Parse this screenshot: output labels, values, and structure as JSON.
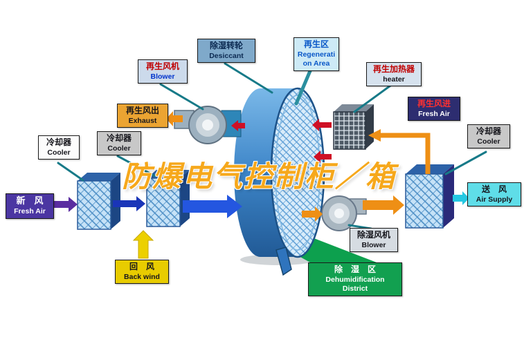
{
  "watermark": {
    "text": "防爆电气控制柜／箱",
    "color": "#f6a81c"
  },
  "palette": {
    "wheel_blue": "#3d85c8",
    "arrow_orange": "#ee8f15",
    "arrow_blue": "#2456e0",
    "arrow_dark_blue": "#1a35b8",
    "arrow_purple": "#5b2da0",
    "arrow_yellow": "#ecd000",
    "arrow_red": "#cf1025",
    "arrow_cyan": "#25c8e2",
    "green_zone": "#0da04e"
  },
  "labels": {
    "regen_blower": {
      "line1": "再生风机",
      "line2": "Blower"
    },
    "desiccant_wheel": {
      "line1": "除湿转轮",
      "line2": "Desiccant"
    },
    "regen_area": {
      "line1": "再生区",
      "line2": "Regeneration Area"
    },
    "regen_heater": {
      "line1": "再生加热器",
      "line2": "heater"
    },
    "regen_air_out": {
      "line1": "再生风出",
      "line2": "Exhaust"
    },
    "regen_air_in": {
      "line1": "再生风进",
      "line2": "Fresh Air"
    },
    "cooler_left": {
      "line1": "冷却器",
      "line2": "Cooler"
    },
    "cooler_mid": {
      "line1": "冷却器",
      "line2": "Cooler"
    },
    "cooler_right": {
      "line1": "冷却器",
      "line2": "Cooler"
    },
    "fresh_air": {
      "line1": "新　风",
      "line2": "Fresh Air"
    },
    "air_supply": {
      "line1": "送　风",
      "line2": "Air Supply"
    },
    "back_wind": {
      "line1": "回　风",
      "line2": "Back wind"
    },
    "dehumid_blower": {
      "line1": "除湿风机",
      "line2": "Blower"
    },
    "dehumid_district": {
      "line1": "除　湿　区",
      "line2": "Dehumidification",
      "line3": "District"
    }
  }
}
